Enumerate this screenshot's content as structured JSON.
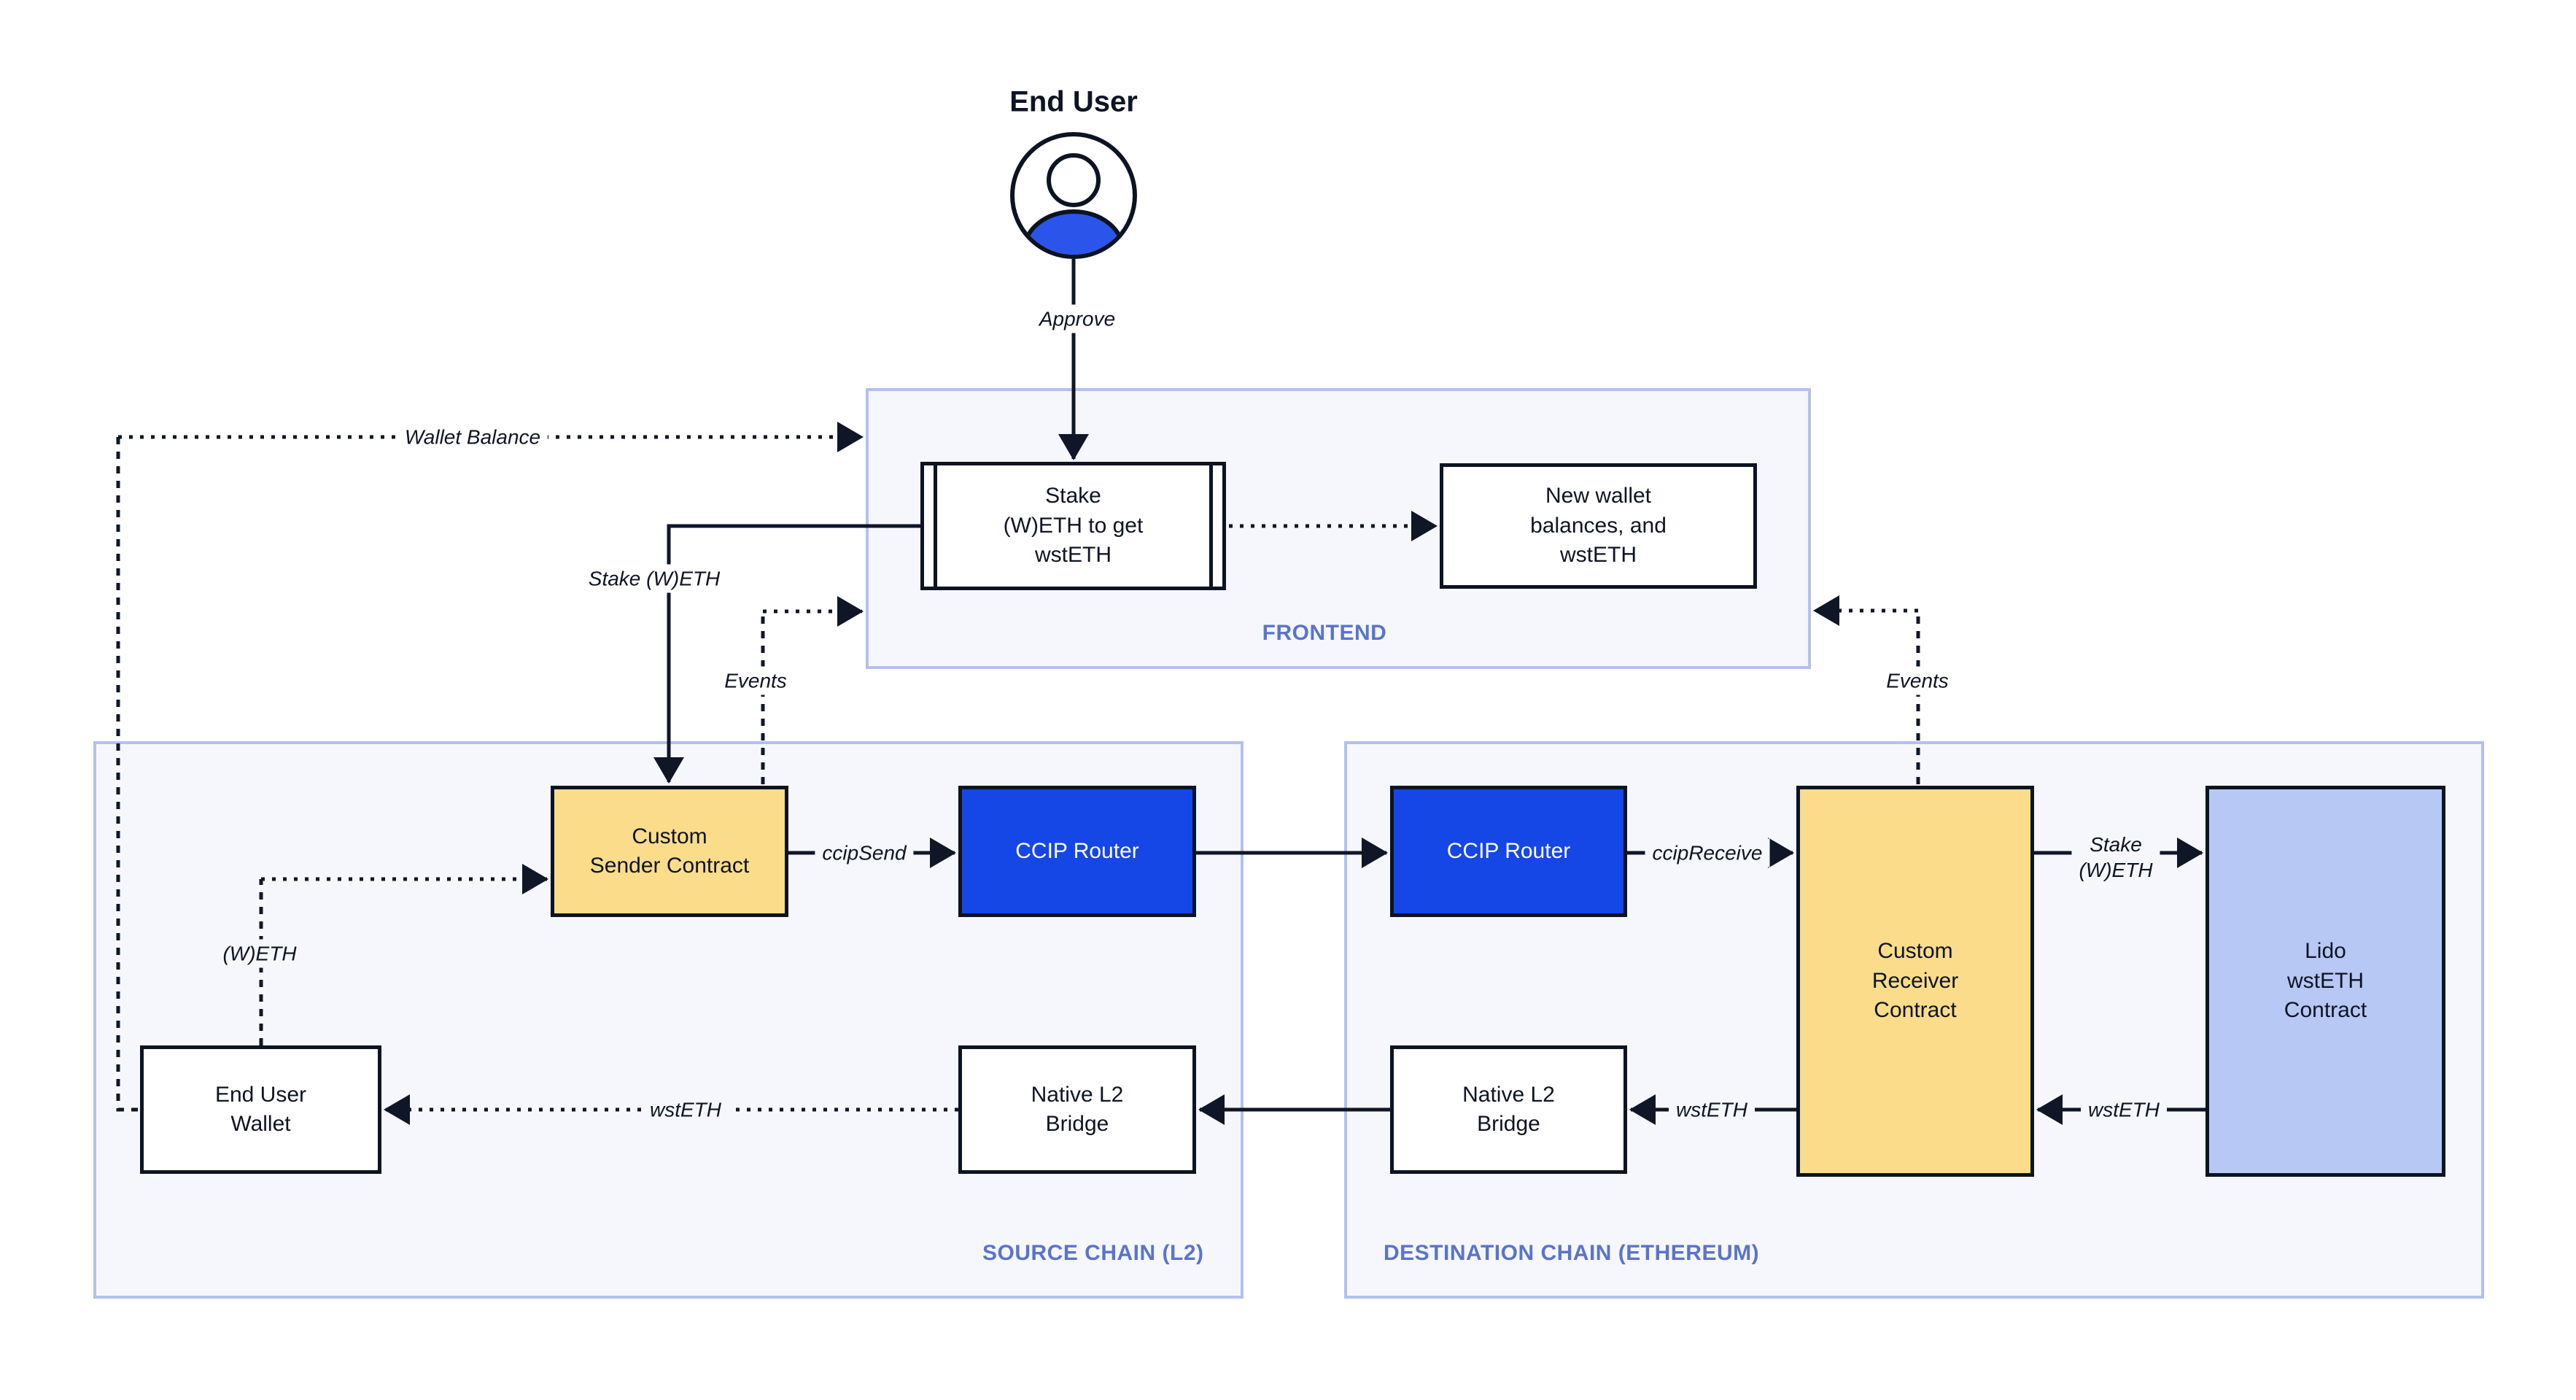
{
  "title": {
    "end_user": "End User"
  },
  "frontend": {
    "label": "FRONTEND",
    "stake_box": "Stake\n(W)ETH to get\nwstETH",
    "new_wallet_box": "New wallet\nbalances, and\nwstETH"
  },
  "source_chain": {
    "label": "SOURCE CHAIN (L2)",
    "custom_sender": "Custom\nSender Contract",
    "ccip_router": "CCIP Router",
    "native_bridge": "Native L2\nBridge",
    "end_user_wallet": "End User\nWallet"
  },
  "destination_chain": {
    "label": "DESTINATION CHAIN (ETHEREUM)",
    "ccip_router": "CCIP Router",
    "custom_receiver": "Custom\nReceiver\nContract",
    "lido_contract": "Lido\nwstETH\nContract",
    "native_bridge": "Native L2\nBridge"
  },
  "edge_labels": {
    "approve": "Approve",
    "wallet_balance": "Wallet Balance",
    "stake_weth": "Stake (W)ETH",
    "events_sender": "Events",
    "events_receiver": "Events",
    "ccip_send": "ccipSend",
    "ccip_receive": "ccipReceive",
    "stake_weth_dest": "Stake\n(W)ETH",
    "wsteth_lido_to_receiver": "wstETH",
    "wsteth_receiver_to_bridge": "wstETH",
    "wsteth_bridge_to_wallet": "wstETH",
    "weth": "(W)ETH"
  },
  "colors": {
    "ccip_blue": "#1546e6",
    "contract_yellow": "#fadc8a",
    "lido_periwinkle": "#b8c8f5",
    "panel_fill": "#f5f7fc",
    "panel_border": "#b3c0ee",
    "panel_label_blue": "#5b74cb",
    "line_dark": "#0e1627",
    "user_icon_blue": "#2b55ea"
  }
}
